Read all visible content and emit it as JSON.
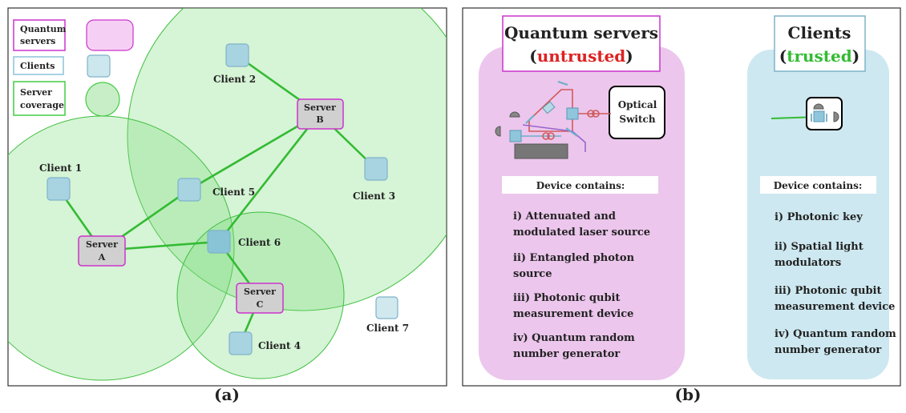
{
  "panel_a": {
    "caption": "(a)",
    "legend": {
      "servers": [
        "Quantum",
        "servers"
      ],
      "clients": "Clients",
      "coverage": [
        "Server",
        "coverage"
      ]
    },
    "servers": [
      {
        "id": "A",
        "lines": [
          "Server",
          "A"
        ]
      },
      {
        "id": "B",
        "lines": [
          "Server",
          "B"
        ]
      },
      {
        "id": "C",
        "lines": [
          "Server",
          "C"
        ]
      }
    ],
    "clients": [
      {
        "id": "1",
        "label": "Client 1"
      },
      {
        "id": "2",
        "label": "Client 2"
      },
      {
        "id": "3",
        "label": "Client 3"
      },
      {
        "id": "4",
        "label": "Client 4"
      },
      {
        "id": "5",
        "label": "Client 5"
      },
      {
        "id": "6",
        "label": "Client 6"
      },
      {
        "id": "7",
        "label": "Client 7"
      }
    ],
    "links": [
      [
        "Client 2",
        "Server B"
      ],
      [
        "Server B",
        "Client 3"
      ],
      [
        "Server B",
        "Client 5"
      ],
      [
        "Server B",
        "Client 6"
      ],
      [
        "Client 1",
        "Server A"
      ],
      [
        "Server A",
        "Client 5"
      ],
      [
        "Server A",
        "Client 6"
      ],
      [
        "Client 6",
        "Server C"
      ],
      [
        "Server C",
        "Client 4"
      ]
    ]
  },
  "panel_b": {
    "caption": "(b)",
    "servers_title": "Quantum servers",
    "servers_subtitle_open": "(",
    "servers_subtitle_word": "untrusted",
    "servers_subtitle_close": ")",
    "clients_title": "Clients",
    "clients_subtitle_open": "(",
    "clients_subtitle_word": "trusted",
    "clients_subtitle_close": ")",
    "optical_switch": [
      "Optical",
      "Switch"
    ],
    "device_contains": "Device contains:",
    "server_items": [
      [
        "i) Attenuated and",
        "modulated laser source"
      ],
      [
        "ii) Entangled photon",
        "source"
      ],
      [
        "iii) Photonic qubit",
        "measurement device"
      ],
      [
        "iv) Quantum random",
        "number generator"
      ]
    ],
    "client_items": [
      [
        "i) Photonic key"
      ],
      [
        "ii) Spatial light",
        "modulators"
      ],
      [
        "iii) Photonic qubit",
        "measurement device"
      ],
      [
        "iv) Quantum random",
        "number generator"
      ]
    ],
    "colors": {
      "server": "#cc33cc",
      "client": "#7fb3c9",
      "coverage": "#44cc44",
      "untrusted": "#dd2222",
      "trusted": "#33bb33"
    }
  }
}
